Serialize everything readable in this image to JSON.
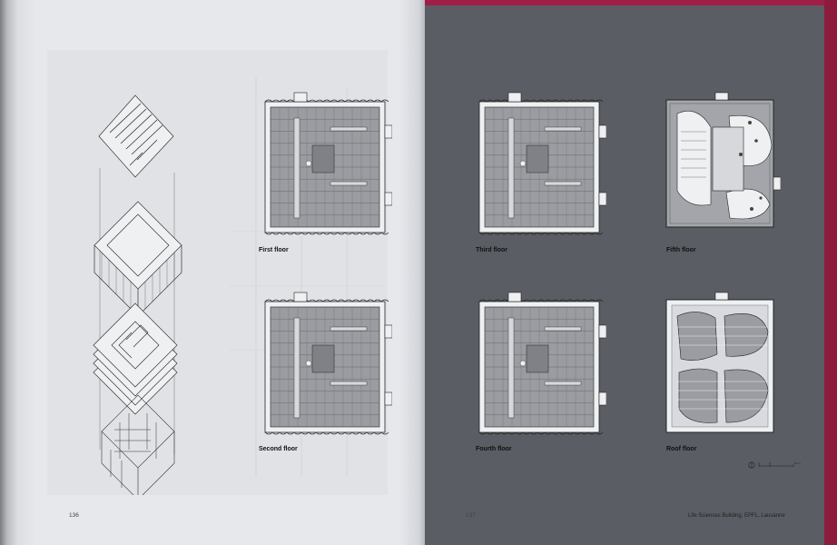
{
  "left_page": {
    "page_number": "136"
  },
  "right_page": {
    "page_number": "137",
    "footer": "Life Sciences Building, EPFL, Lausanne"
  },
  "plans": [
    {
      "id": "first",
      "caption": "First floor"
    },
    {
      "id": "second",
      "caption": "Second floor"
    },
    {
      "id": "third",
      "caption": "Third floor"
    },
    {
      "id": "fourth",
      "caption": "Fourth floor"
    },
    {
      "id": "fifth",
      "caption": "Fifth floor"
    },
    {
      "id": "roof",
      "caption": "Roof floor"
    }
  ],
  "scale": {
    "labels": [
      "0",
      "5",
      "10 m"
    ]
  },
  "colors": {
    "page": "#e6e8ec",
    "plan_fill": "#9a9ca1",
    "ink": "#222222",
    "spine_edge": "#8c1b3e"
  }
}
